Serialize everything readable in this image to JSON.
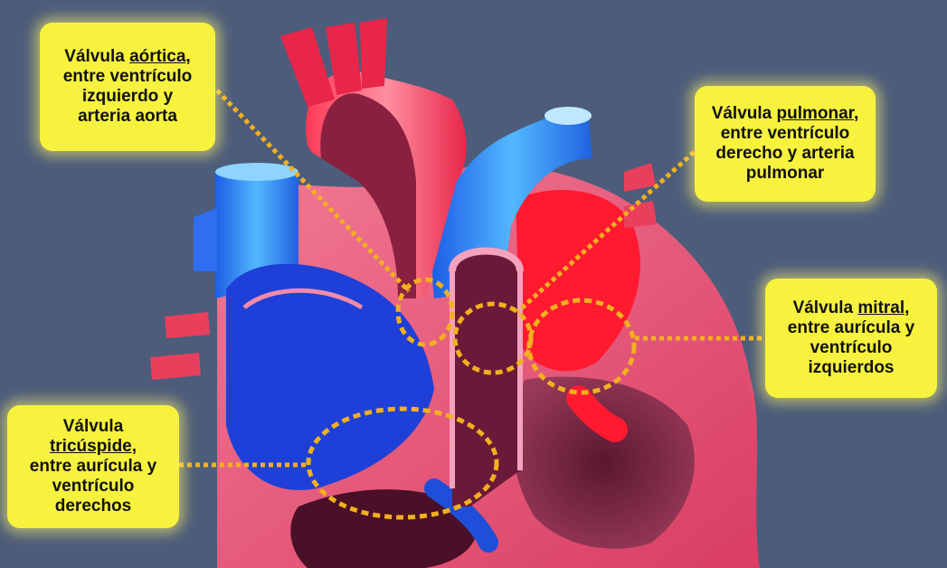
{
  "colors": {
    "background": "#4d5c7a",
    "callout_fill": "#f7f23e",
    "leader_dots": "#f2b01e",
    "oxygen_poor_blue": "#1f4fd8",
    "oxygen_rich_red": "#e8263c",
    "myocardium_pink": "#e85a7a"
  },
  "labels": {
    "aortic": {
      "word": "Válvula",
      "key": "aórtica",
      "trail": ",",
      "lines": [
        "entre ventrículo",
        "izquierdo y",
        "arteria aorta"
      ]
    },
    "pulmonary": {
      "word": "Válvula",
      "key": "pulmonar",
      "trail": ",",
      "lines": [
        "entre ventrículo",
        "derecho y arteria",
        "pulmonar"
      ]
    },
    "mitral": {
      "word": "Válvula",
      "key": "mitral",
      "trail": ",",
      "lines": [
        "entre aurícula y",
        "ventrículo",
        "izquierdos"
      ]
    },
    "tricuspid": {
      "word": "Válvula",
      "key": "tricúspide",
      "trail": ",",
      "lines": [
        "entre aurícula y",
        "ventrículo",
        "derechos"
      ]
    }
  }
}
